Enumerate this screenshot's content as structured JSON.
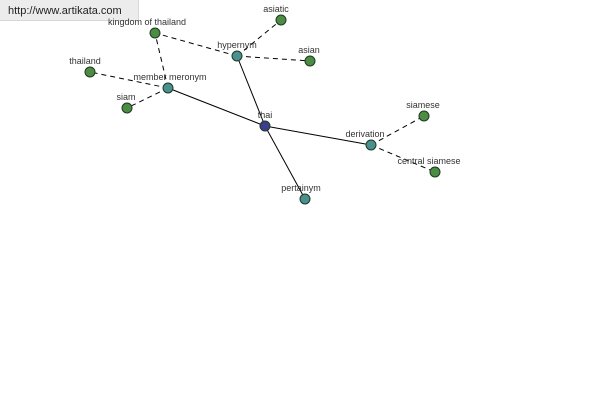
{
  "watermark": {
    "url": "http://www.artikata.com"
  },
  "nodes": {
    "thai": {
      "label": "thai",
      "kind": "center"
    },
    "hypernym": {
      "label": "hypernym",
      "kind": "relation"
    },
    "member_meronym": {
      "label": "member meronym",
      "kind": "relation"
    },
    "derivation": {
      "label": "derivation",
      "kind": "relation"
    },
    "pertainym": {
      "label": "pertainym",
      "kind": "relation"
    },
    "asiatic": {
      "label": "asiatic",
      "kind": "word"
    },
    "asian": {
      "label": "asian",
      "kind": "word"
    },
    "kingdom_of_thailand": {
      "label": "kingdom of thailand",
      "kind": "word"
    },
    "thailand": {
      "label": "thailand",
      "kind": "word"
    },
    "siam": {
      "label": "siam",
      "kind": "word"
    },
    "siamese": {
      "label": "siamese",
      "kind": "word"
    },
    "central_siamese": {
      "label": "central siamese",
      "kind": "word"
    }
  },
  "edges": [
    {
      "from": "thai",
      "to": "hypernym",
      "style": "solid"
    },
    {
      "from": "thai",
      "to": "member_meronym",
      "style": "solid"
    },
    {
      "from": "thai",
      "to": "derivation",
      "style": "solid"
    },
    {
      "from": "thai",
      "to": "pertainym",
      "style": "solid"
    },
    {
      "from": "hypernym",
      "to": "asiatic",
      "style": "dashed"
    },
    {
      "from": "hypernym",
      "to": "asian",
      "style": "dashed"
    },
    {
      "from": "hypernym",
      "to": "kingdom_of_thailand",
      "style": "dashed"
    },
    {
      "from": "member_meronym",
      "to": "kingdom_of_thailand",
      "style": "dashed"
    },
    {
      "from": "member_meronym",
      "to": "thailand",
      "style": "dashed"
    },
    {
      "from": "member_meronym",
      "to": "siam",
      "style": "dashed"
    },
    {
      "from": "derivation",
      "to": "siamese",
      "style": "dashed"
    },
    {
      "from": "derivation",
      "to": "central_siamese",
      "style": "dashed"
    }
  ],
  "colors": {
    "center": "#3d3d8f",
    "relation": "#4a9090",
    "word": "#4d8c44",
    "outline": "#1e3a1e",
    "url_background": "#ececec"
  }
}
